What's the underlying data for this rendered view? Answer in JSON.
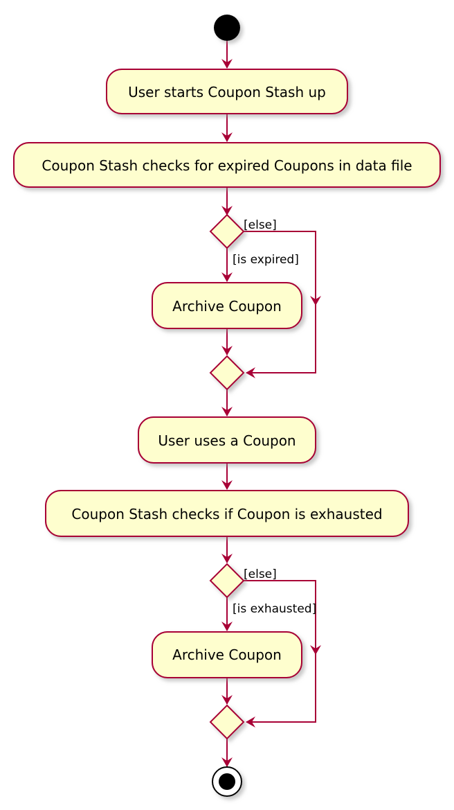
{
  "colors": {
    "line": "#A80036",
    "fill": "#FEFECE",
    "text": "#000000",
    "start": "#000000",
    "shadow": "#c4c4c4"
  },
  "nodes": {
    "start_action": "User starts Coupon Stash up",
    "check_expired": "Coupon Stash checks for expired Coupons in data file",
    "archive_expired": "Archive Coupon",
    "use_coupon": "User uses a Coupon",
    "check_exhausted": "Coupon Stash checks if Coupon is exhausted",
    "archive_exhausted": "Archive Coupon"
  },
  "guards": {
    "expired_else": "[else]",
    "is_expired": "[is expired]",
    "exhausted_else": "[else]",
    "is_exhausted": "[is exhausted]"
  },
  "icons": {
    "start": "initial-node-icon",
    "end": "final-node-icon"
  }
}
